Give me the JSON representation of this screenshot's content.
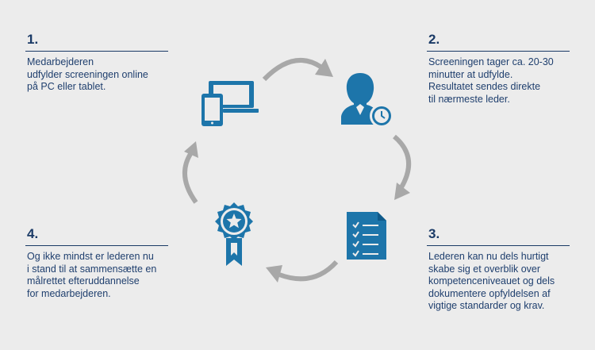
{
  "steps": [
    {
      "number": "1.",
      "text": "Medarbejderen\nudfylder screeningen online\npå PC eller tablet."
    },
    {
      "number": "2.",
      "text": "Screeningen tager ca. 20-30\nminutter at udfylde.\nResultatet sendes direkte\ntil nærmeste leder."
    },
    {
      "number": "3.",
      "text": "Lederen kan nu dels hurtigt\nskabe sig et overblik over\nkompetenceniveauet og dels\ndokumentere opfyldelsen af\nvigtige standarder og krav."
    },
    {
      "number": "4.",
      "text": "Og ikke mindst er lederen nu\ni stand til at sammensætte en\nmålrettet efteruddannelse\nfor medarbejderen."
    }
  ],
  "icons": {
    "step1": "devices-icon",
    "step2": "employee-clock-icon",
    "step3": "checklist-document-icon",
    "step4": "award-ribbon-icon"
  },
  "colors": {
    "background": "#ececec",
    "text": "#1f3f6e",
    "icon_blue": "#1d75aa",
    "arrow_gray": "#a8a8a8"
  }
}
